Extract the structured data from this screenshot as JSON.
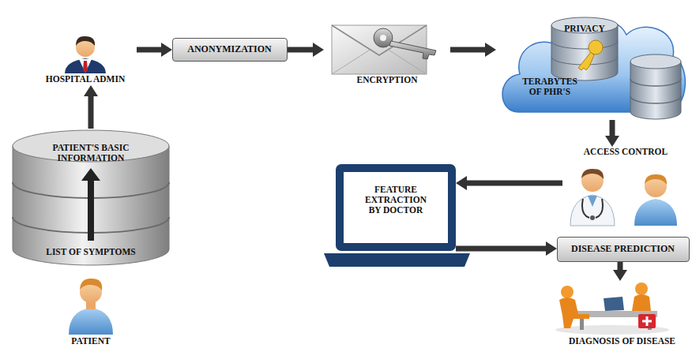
{
  "diagram": {
    "nodes": [
      {
        "text": [
          "PATIENT"
        ]
      },
      {
        "text": [
          "PATIENT'S BASIC INFORMATION",
          "LIST OF SYMPTOMS"
        ]
      },
      {
        "text": [
          "HOSPITAL ADMIN"
        ]
      },
      {
        "text": [
          "ANONYMIZATION"
        ]
      },
      {
        "text": [
          "ENCRYPTION"
        ]
      },
      {
        "text": [
          "PRIVACY",
          "TERABYTES OF PHR'S"
        ]
      },
      {
        "text": [
          "ACCESS CONTROL"
        ]
      },
      {
        "text": [
          "FEATURE EXTRACTION BY DOCTOR"
        ]
      },
      {
        "text": [
          "DISEASE PREDICTION"
        ]
      },
      {
        "text": [
          "DIAGNOSIS OF DISEASE"
        ]
      }
    ],
    "edges": [
      {
        "from": 1,
        "to": 2,
        "arrow": "to"
      },
      {
        "from": 2,
        "to": 3,
        "arrow": "to"
      },
      {
        "from": 3,
        "to": 4,
        "arrow": "to"
      },
      {
        "from": 4,
        "to": 5,
        "arrow": "to"
      },
      {
        "from": 5,
        "to": 6,
        "arrow": "to"
      },
      {
        "from": 6,
        "to": 7,
        "arrow": "to"
      },
      {
        "from": 7,
        "to": 8,
        "arrow": "to"
      },
      {
        "from": 8,
        "to": 9,
        "arrow": "to"
      }
    ]
  }
}
